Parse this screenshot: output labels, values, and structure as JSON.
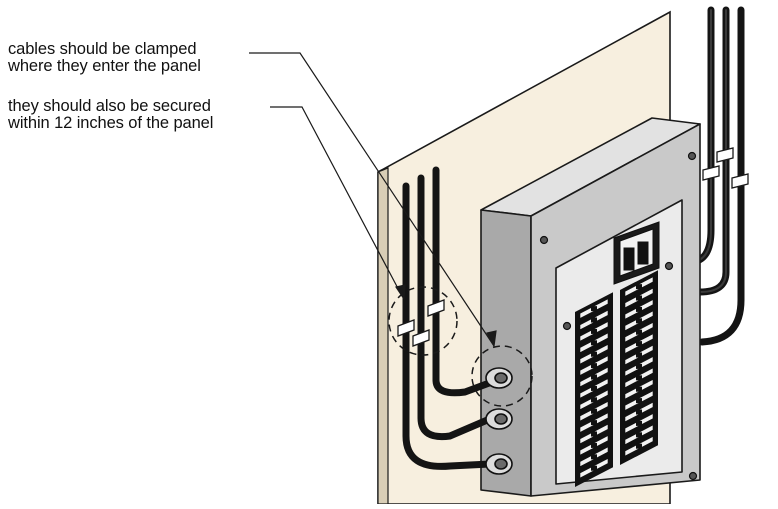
{
  "callouts": [
    {
      "lines": [
        "cables should be clamped",
        "where they enter the panel"
      ]
    },
    {
      "lines": [
        "they should also be secured",
        "within 12 inches of the panel"
      ]
    }
  ],
  "colors": {
    "wall": "#f7efdf",
    "wall_edge": "#d9ceb6",
    "panel_front": "#c9c9c9",
    "panel_side": "#a9a9a9",
    "panel_top": "#e2e2e2",
    "cover": "#ebebeb",
    "breaker": "#111111",
    "cable": "#141414",
    "outline": "#1a1a1a"
  },
  "icons": [
    "main-breaker-icon",
    "circuit-breaker-icon",
    "cable-clamp-icon",
    "knockout-connector-icon",
    "screw-icon"
  ]
}
